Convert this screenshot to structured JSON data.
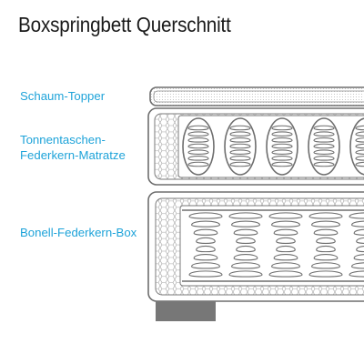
{
  "title": "Boxspringbett Querschnitt",
  "labels": {
    "topper": "Schaum-Topper",
    "mattress_line1": "Tonnentaschen-",
    "mattress_line2": "Federkern-Matratze",
    "box": "Bonell-Federkern-Box"
  },
  "colors": {
    "title_text": "#1a1a1a",
    "label_text": "#1ea3d9",
    "outline": "#6e6e6e",
    "foam_pattern": "#9a9a9a",
    "foot": "#777777"
  },
  "icons": {
    "pocket_spring": "coil-in-pocket-icon",
    "bonnell_spring": "open-coil-icon",
    "foam": "honeycomb-foam-pattern"
  }
}
